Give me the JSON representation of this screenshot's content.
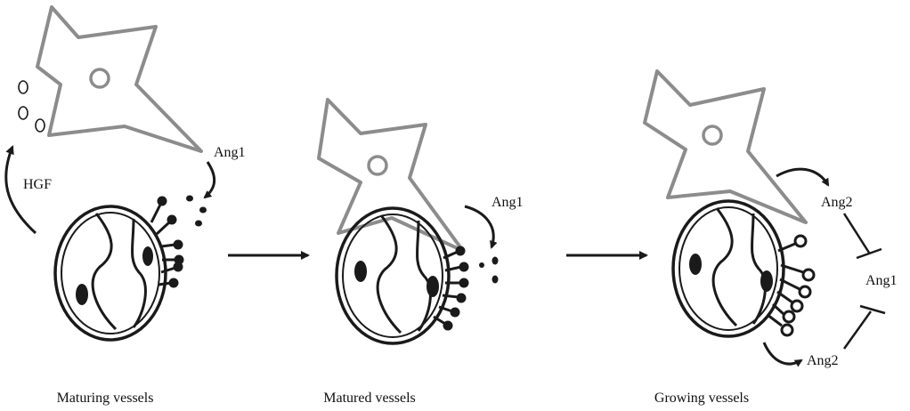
{
  "colors": {
    "ink": "#1a1a1a",
    "pericyte": "#8c8c8c",
    "background": "#ffffff"
  },
  "panels": [
    {
      "caption": "Maturing vessels",
      "labels": [
        "HGF",
        "Ang1"
      ]
    },
    {
      "caption": "Matured vessels",
      "labels": [
        "Ang1"
      ]
    },
    {
      "caption": "Growing vessels",
      "labels": [
        "Ang2",
        "Ang1",
        "Ang2"
      ]
    }
  ]
}
